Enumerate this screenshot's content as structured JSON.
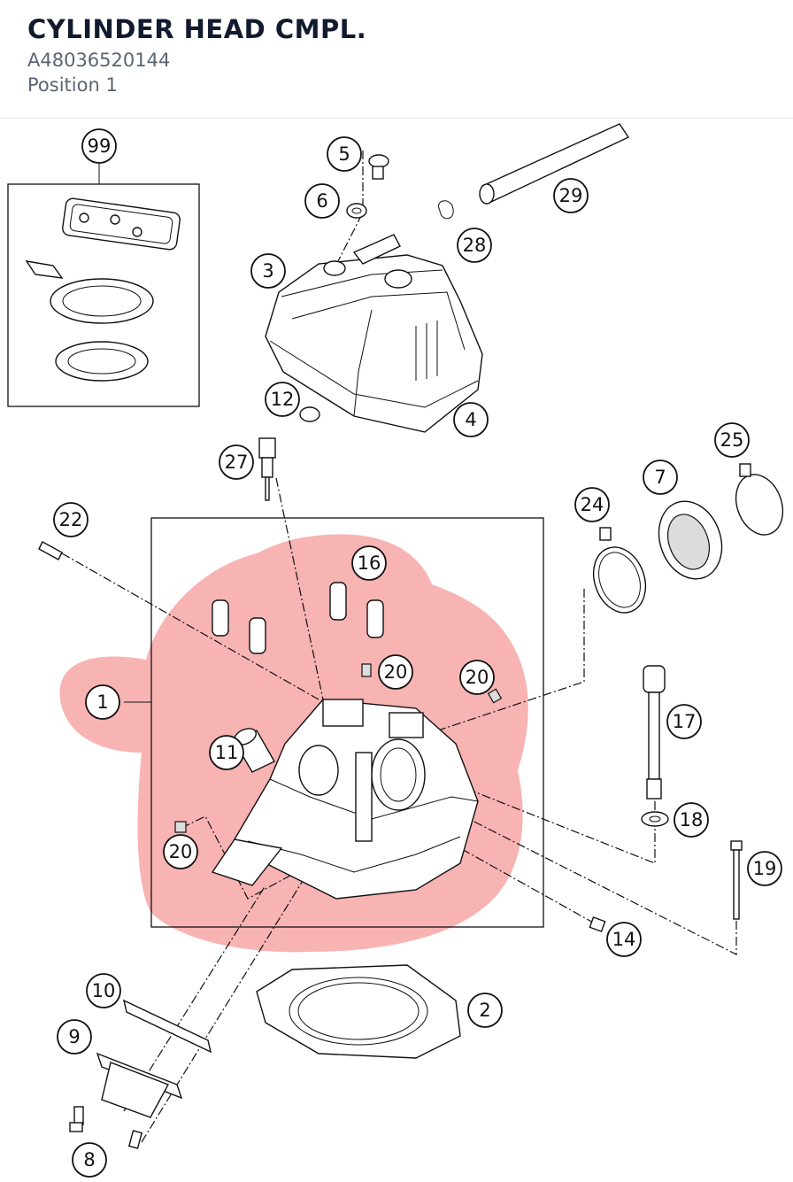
{
  "header": {
    "title": "CYLINDER HEAD CMPL.",
    "part_number": "A48036520144",
    "position": "Position 1"
  },
  "highlight_color": "#f7a6a6",
  "callouts": {
    "c99": "99",
    "c5": "5",
    "c6": "6",
    "c29": "29",
    "c28": "28",
    "c3": "3",
    "c12": "12",
    "c4": "4",
    "c27": "27",
    "c25": "25",
    "c7": "7",
    "c24": "24",
    "c22": "22",
    "c16": "16",
    "c1": "1",
    "c20a": "20",
    "c20b": "20",
    "c20c": "20",
    "c11": "11",
    "c17": "17",
    "c18": "18",
    "c19": "19",
    "c14": "14",
    "c10": "10",
    "c2": "2",
    "c9": "9",
    "c8": "8"
  }
}
